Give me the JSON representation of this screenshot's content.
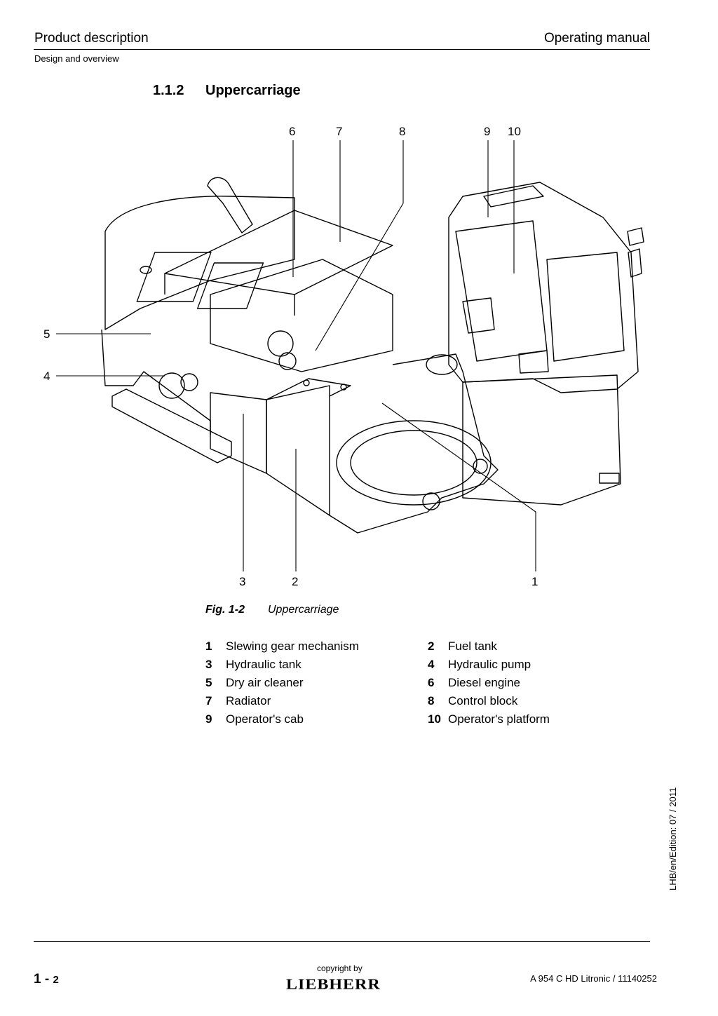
{
  "header": {
    "left": "Product description",
    "right": "Operating manual",
    "sub": "Design and overview"
  },
  "section": {
    "number": "1.1.2",
    "title": "Uppercarriage"
  },
  "figure": {
    "callouts": [
      "6",
      "7",
      "8",
      "9",
      "10",
      "5",
      "4",
      "3",
      "2",
      "1"
    ]
  },
  "caption": {
    "label": "Fig. 1-2",
    "text": "Uppercarriage"
  },
  "legend": [
    {
      "n": "1",
      "label": "Slewing gear mechanism"
    },
    {
      "n": "2",
      "label": "Fuel tank"
    },
    {
      "n": "3",
      "label": "Hydraulic tank"
    },
    {
      "n": "4",
      "label": "Hydraulic pump"
    },
    {
      "n": "5",
      "label": "Dry air cleaner"
    },
    {
      "n": "6",
      "label": "Diesel engine"
    },
    {
      "n": "7",
      "label": "Radiator"
    },
    {
      "n": "8",
      "label": "Control block"
    },
    {
      "n": "9",
      "label": "Operator's cab"
    },
    {
      "n": "10",
      "label": "Operator's platform"
    }
  ],
  "side_text": "LHB/en/Edition: 07 / 2011",
  "footer": {
    "page_main": "1 -",
    "page_sub": "2",
    "copyright": "copyright by",
    "logo": "LIEBHERR",
    "doc_ref": "A 954 C HD Litronic / 11140252"
  }
}
